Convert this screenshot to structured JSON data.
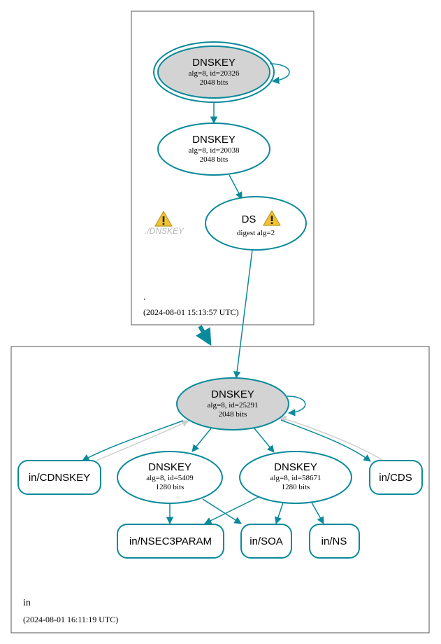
{
  "zones": {
    "root": {
      "name": ".",
      "timestamp": "(2024-08-01 15:13:57 UTC)",
      "warning_label": "./DNSKEY"
    },
    "in": {
      "name": "in",
      "timestamp": "(2024-08-01 16:11:19 UTC)"
    }
  },
  "nodes": {
    "root_ksk": {
      "title": "DNSKEY",
      "line1": "alg=8, id=20326",
      "line2": "2048 bits"
    },
    "root_zsk": {
      "title": "DNSKEY",
      "line1": "alg=8, id=20038",
      "line2": "2048 bits"
    },
    "ds": {
      "title": "DS",
      "line1": "digest alg=2"
    },
    "in_ksk": {
      "title": "DNSKEY",
      "line1": "alg=8, id=25291",
      "line2": "2048 bits"
    },
    "in_zsk1": {
      "title": "DNSKEY",
      "line1": "alg=8, id=5409",
      "line2": "1280 bits"
    },
    "in_zsk2": {
      "title": "DNSKEY",
      "line1": "alg=8, id=58671",
      "line2": "1280 bits"
    },
    "cdnskey": {
      "label": "in/CDNSKEY"
    },
    "cds": {
      "label": "in/CDS"
    },
    "nsec3param": {
      "label": "in/NSEC3PARAM"
    },
    "soa": {
      "label": "in/SOA"
    },
    "ns": {
      "label": "in/NS"
    }
  },
  "colors": {
    "edge": "#0a8a9a",
    "secure_edge": "#0a8a9a",
    "grey_edge": "#d0d0d0",
    "ksk_fill": "#d3d3d3",
    "zone_border": "#555555",
    "warning": "#f2c230"
  },
  "icons": {
    "warning": "warning-triangle-icon"
  }
}
